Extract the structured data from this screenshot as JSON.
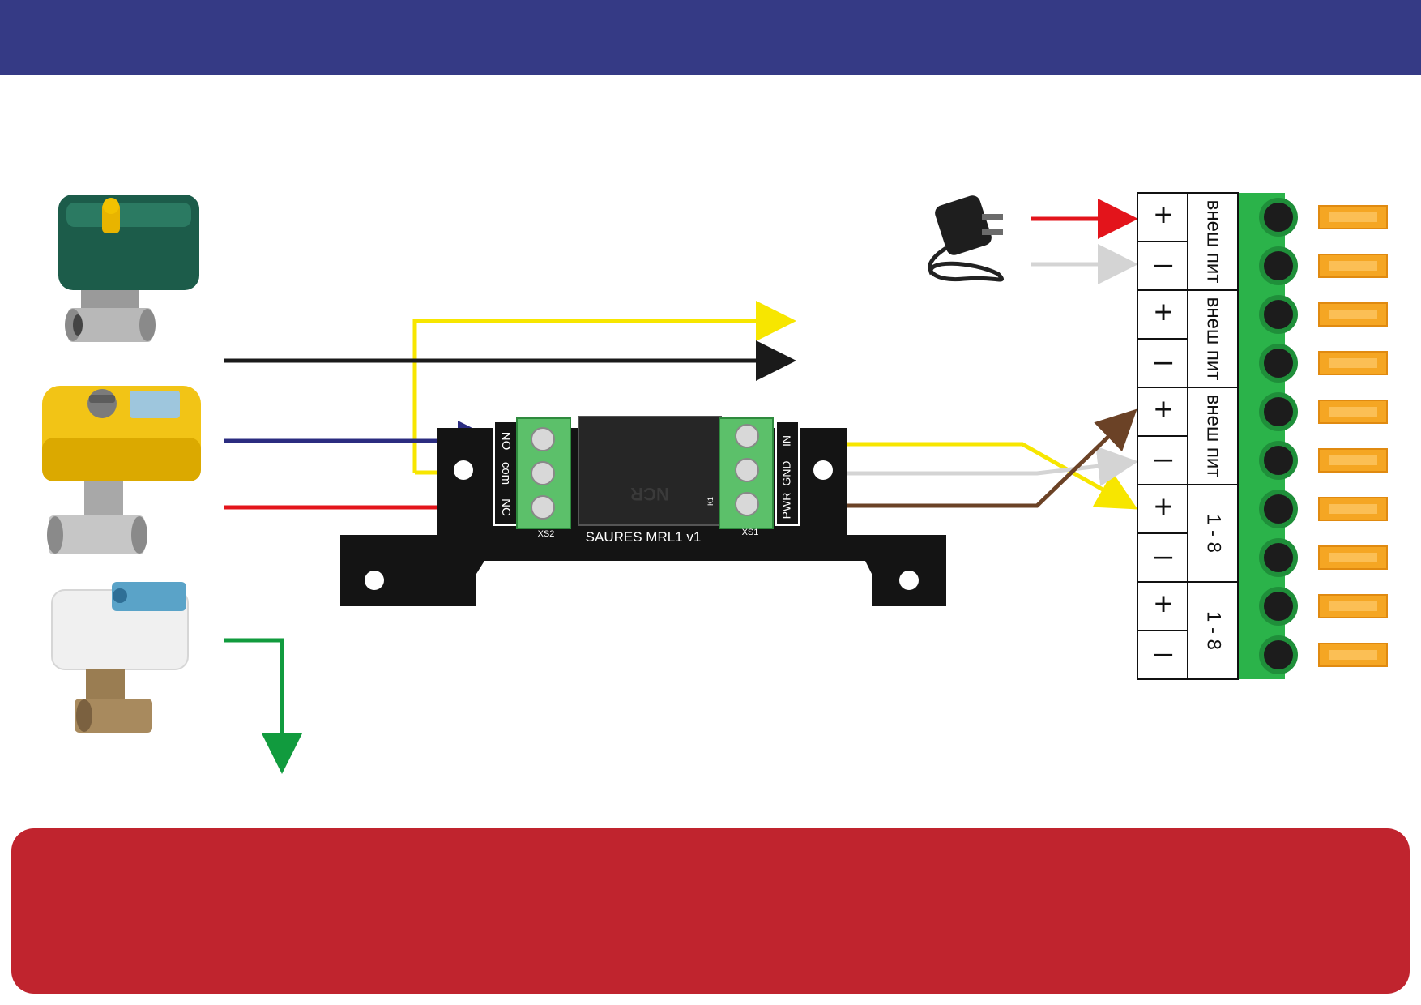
{
  "relay": {
    "board_label": "SAURES MRL1  v1",
    "left_terminals": [
      "NO",
      "com",
      "NC"
    ],
    "right_terminals": [
      "IN",
      "GND",
      "PWR"
    ],
    "left_block_id": "XS2",
    "right_block_id": "XS1",
    "relay_id": "K1",
    "relay_brand": "NCR"
  },
  "terminal_block": {
    "rows": [
      {
        "sign": "+"
      },
      {
        "sign": "–"
      },
      {
        "sign": "+"
      },
      {
        "sign": "–"
      },
      {
        "sign": "+"
      },
      {
        "sign": "–"
      },
      {
        "sign": "+"
      },
      {
        "sign": "–"
      },
      {
        "sign": "+"
      },
      {
        "sign": "–"
      }
    ],
    "group_labels": [
      "внеш пит",
      "внеш пит",
      "внеш пит",
      "1 - 8",
      "1 - 8"
    ]
  },
  "devices": [
    "ball-valve-green",
    "ball-valve-yellow",
    "ball-valve-white",
    "power-adapter"
  ],
  "wire_colors": {
    "yellow": "#f7e600",
    "black": "#1a1a1a",
    "blue": "#2b2c80",
    "red": "#e3141b",
    "green": "#119b3e",
    "grey": "#d4d4d4",
    "brown": "#6b4226"
  },
  "colors": {
    "header": "#353a85",
    "footer": "#c0242e",
    "terminal_green": "#2bb34a",
    "terminal_orange": "#f5a623",
    "pcb": "#141414"
  }
}
